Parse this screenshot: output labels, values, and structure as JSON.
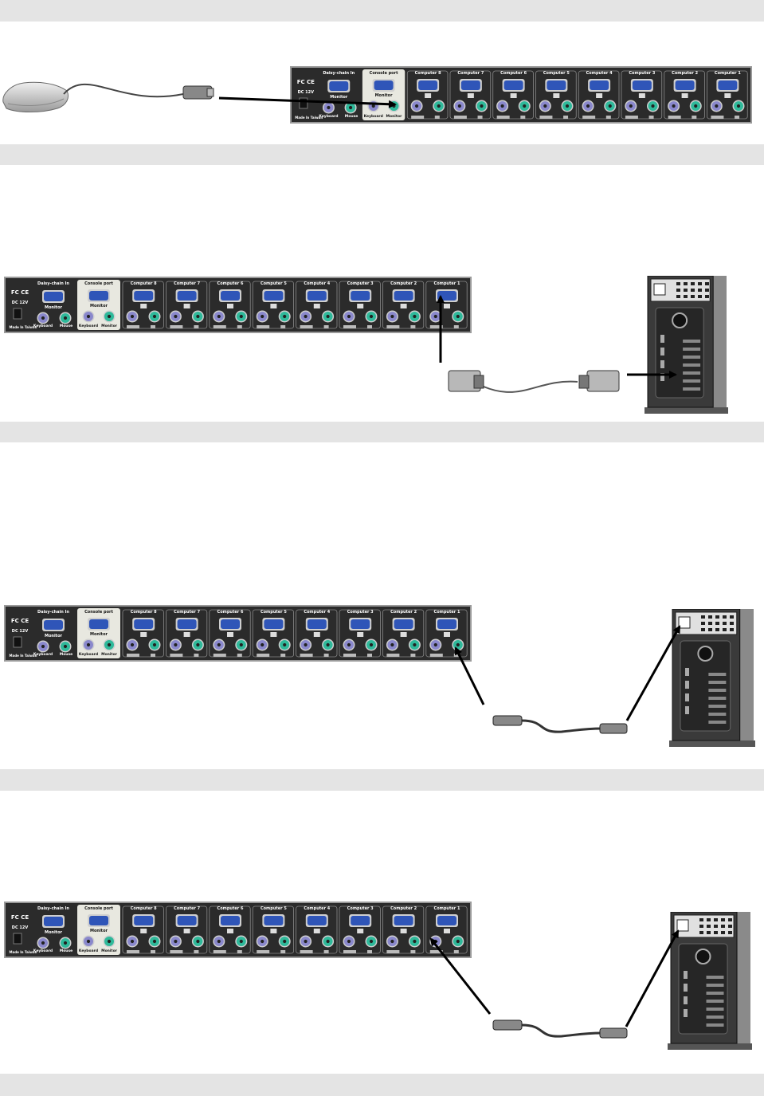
{
  "colors": {
    "band": "#e4e4e4",
    "panel": "#2b2b2b",
    "console_bg": "#e8e8e0",
    "vga_blue": "#2f55b8",
    "ps2_purple": "#8a88cc",
    "ps2_green": "#2fb99a",
    "arrow": "#000000"
  },
  "kvm": {
    "daisy_label": "Daisy-chain In",
    "monitor_label": "Monitor",
    "keyboard_label": "Keyboard",
    "mouse_label": "Mouse",
    "console_label": "Console port",
    "fcc_label": "FC CE",
    "dc_label": "DC 12V",
    "made_label": "Made In Taiwan",
    "computer_ports": [
      "Computer 8",
      "Computer 7",
      "Computer 6",
      "Computer 5",
      "Computer 4",
      "Computer 3",
      "Computer 2",
      "Computer 1"
    ]
  },
  "steps": [
    {
      "id": "mouse",
      "device": "mouse-icon",
      "cable": "ps2-mouse-cable"
    },
    {
      "id": "vga",
      "device": "pc-tower-icon",
      "cable": "vga-cable"
    },
    {
      "id": "ps2-mouse",
      "device": "pc-tower-icon",
      "cable": "ps2-cable"
    },
    {
      "id": "ps2-keyboard",
      "device": "pc-tower-icon",
      "cable": "ps2-cable"
    }
  ]
}
